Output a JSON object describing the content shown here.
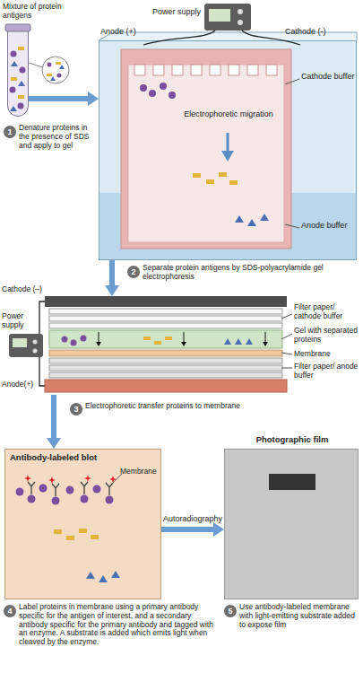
{
  "diagram": {
    "nodes": [
      {
        "text": [
          "Mixture of protein antigens"
        ]
      },
      {
        "text": [
          "Electrophoretic migration"
        ]
      },
      {
        "text": [
          "Gel with separated proteins"
        ]
      },
      {
        "text": [
          "Antibody-labeled blot",
          "Membrane"
        ]
      },
      {
        "text": [
          "Photographic film"
        ]
      }
    ],
    "edges": [
      {
        "from": 0,
        "to": 1,
        "arrow": "to"
      },
      {
        "from": 1,
        "to": 2,
        "arrow": "to"
      },
      {
        "from": 2,
        "to": 3,
        "arrow": "to"
      },
      {
        "from": 3,
        "to": 4,
        "label": "Autoradiography",
        "arrow": "to"
      }
    ],
    "labels": [
      "Power supply",
      "Anode (+)",
      "Cathode (-)",
      "Cathode buffer",
      "Anode buffer",
      "1",
      "Denature proteins in the presence of SDS and apply to gel",
      "2",
      "Separate protein antigens by SDS-polyacrylamide gel electrophoresis",
      "Cathode (–)",
      "Power supply",
      "Anode(+)",
      "Filter paper/ cathode buffer",
      "Membrane",
      "Filter paper/ anode buffer",
      "3",
      "Electrophoretic transfer proteins to membrane",
      "4",
      "Label proteins in membrane using a primary antibody specific for the antigen of interest, and a secondary antibody specific for the primary antibody and tagged with an enzyme. A substrate is added which emits light when cleaved by the enzyme.",
      "5",
      "Use antibody-labeled membrane with light-emitting substrate added to expose film"
    ]
  }
}
